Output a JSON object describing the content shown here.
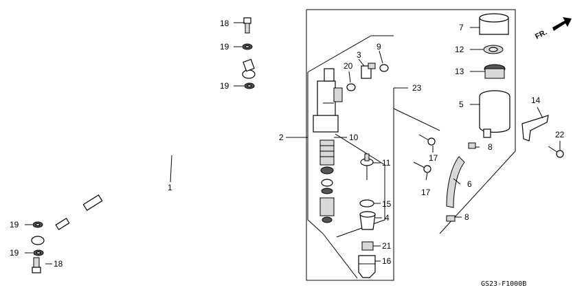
{
  "diagram_code": "GS23-F1000B",
  "direction_marker": "FR.",
  "callouts": {
    "c1": "1",
    "c2": "2",
    "c3": "3",
    "c4": "4",
    "c5": "5",
    "c6": "6",
    "c7": "7",
    "c8a": "8",
    "c8b": "8",
    "c9": "9",
    "c10": "10",
    "c11": "11",
    "c12": "12",
    "c13": "13",
    "c14": "14",
    "c15": "15",
    "c16": "16",
    "c17a": "17",
    "c17b": "17",
    "c18a": "18",
    "c18b": "18",
    "c19a": "19",
    "c19b": "19",
    "c19c": "19",
    "c19d": "19",
    "c20": "20",
    "c21": "21",
    "c22": "22",
    "c23": "23"
  }
}
